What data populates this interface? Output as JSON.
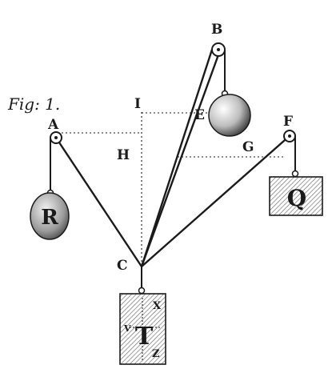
{
  "figure": {
    "caption": "Fig: 1.",
    "points": {
      "A": "A",
      "B": "B",
      "C": "C",
      "E": "E",
      "F": "F",
      "G": "G",
      "H": "H",
      "I": "I"
    },
    "weights": {
      "R": "R",
      "Q": "Q",
      "T": "T",
      "X": "X",
      "V": "V",
      "Z": "Z"
    }
  },
  "colors": {
    "ink": "#1a1a1a",
    "paper": "#ffffff",
    "hatch": "#6a6a6a"
  }
}
